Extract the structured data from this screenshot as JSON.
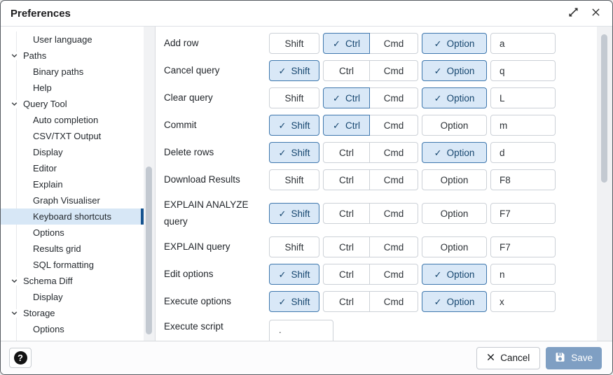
{
  "window": {
    "title": "Preferences"
  },
  "sidebar": {
    "items": [
      {
        "label": "User language",
        "level": 2,
        "group": false,
        "selected": false
      },
      {
        "label": "Paths",
        "level": 1,
        "group": true,
        "selected": false
      },
      {
        "label": "Binary paths",
        "level": 2,
        "group": false,
        "selected": false
      },
      {
        "label": "Help",
        "level": 2,
        "group": false,
        "selected": false
      },
      {
        "label": "Query Tool",
        "level": 1,
        "group": true,
        "selected": false
      },
      {
        "label": "Auto completion",
        "level": 2,
        "group": false,
        "selected": false
      },
      {
        "label": "CSV/TXT Output",
        "level": 2,
        "group": false,
        "selected": false
      },
      {
        "label": "Display",
        "level": 2,
        "group": false,
        "selected": false
      },
      {
        "label": "Editor",
        "level": 2,
        "group": false,
        "selected": false
      },
      {
        "label": "Explain",
        "level": 2,
        "group": false,
        "selected": false
      },
      {
        "label": "Graph Visualiser",
        "level": 2,
        "group": false,
        "selected": false
      },
      {
        "label": "Keyboard shortcuts",
        "level": 2,
        "group": false,
        "selected": true
      },
      {
        "label": "Options",
        "level": 2,
        "group": false,
        "selected": false
      },
      {
        "label": "Results grid",
        "level": 2,
        "group": false,
        "selected": false
      },
      {
        "label": "SQL formatting",
        "level": 2,
        "group": false,
        "selected": false
      },
      {
        "label": "Schema Diff",
        "level": 1,
        "group": true,
        "selected": false
      },
      {
        "label": "Display",
        "level": 2,
        "group": false,
        "selected": false
      },
      {
        "label": "Storage",
        "level": 1,
        "group": true,
        "selected": false
      },
      {
        "label": "Options",
        "level": 2,
        "group": false,
        "selected": false
      }
    ]
  },
  "main": {
    "modifier_labels": {
      "shift": "Shift",
      "ctrl": "Ctrl",
      "cmd": "Cmd",
      "option": "Option"
    },
    "shortcuts": [
      {
        "label": "Add row",
        "shift": false,
        "ctrl": true,
        "cmd": false,
        "option": true,
        "key": "a"
      },
      {
        "label": "Cancel query",
        "shift": true,
        "ctrl": false,
        "cmd": false,
        "option": true,
        "key": "q"
      },
      {
        "label": "Clear query",
        "shift": false,
        "ctrl": true,
        "cmd": false,
        "option": true,
        "key": "L"
      },
      {
        "label": "Commit",
        "shift": true,
        "ctrl": true,
        "cmd": false,
        "option": false,
        "key": "m"
      },
      {
        "label": "Delete rows",
        "shift": true,
        "ctrl": false,
        "cmd": false,
        "option": true,
        "key": "d"
      },
      {
        "label": "Download Results",
        "shift": false,
        "ctrl": false,
        "cmd": false,
        "option": false,
        "key": "F8"
      },
      {
        "label": "EXPLAIN ANALYZE query",
        "shift": true,
        "ctrl": false,
        "cmd": false,
        "option": false,
        "key": "F7"
      },
      {
        "label": "EXPLAIN query",
        "shift": false,
        "ctrl": false,
        "cmd": false,
        "option": false,
        "key": "F7"
      },
      {
        "label": "Edit options",
        "shift": true,
        "ctrl": false,
        "cmd": false,
        "option": true,
        "key": "n"
      },
      {
        "label": "Execute options",
        "shift": true,
        "ctrl": false,
        "cmd": false,
        "option": true,
        "key": "x"
      },
      {
        "label": "Execute script",
        "partial": true,
        "partial_text": "."
      }
    ]
  },
  "footer": {
    "cancel_label": "Cancel",
    "save_label": "Save"
  },
  "colors": {
    "checked_bg": "#d9e8f7",
    "checked_border": "#3e77ad",
    "checked_text": "#16466f",
    "selected_item_bg": "#d7e7f6",
    "selection_marker": "#15538f",
    "save_button_bg": "#7f9fc3",
    "scrollbar_thumb": "#c3c9d1"
  }
}
